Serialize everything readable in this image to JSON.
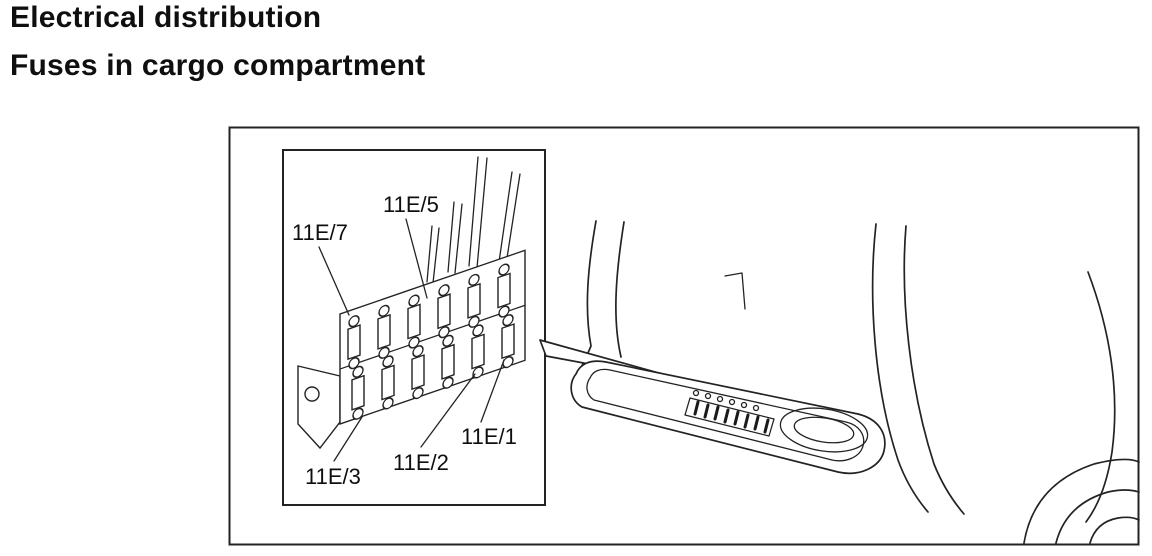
{
  "page": {
    "heading_line1": "Electrical distribution",
    "heading_line2": "Fuses in cargo compartment"
  },
  "figure": {
    "description": "Line drawing of fuse box and cargo compartment fuse panel location",
    "labels": [
      {
        "id": "11E/5",
        "text": "11E/5"
      },
      {
        "id": "11E/7",
        "text": "11E/7"
      },
      {
        "id": "11E/1",
        "text": "11E/1"
      },
      {
        "id": "11E/2",
        "text": "11E/2"
      },
      {
        "id": "11E/3",
        "text": "11E/3"
      }
    ]
  }
}
